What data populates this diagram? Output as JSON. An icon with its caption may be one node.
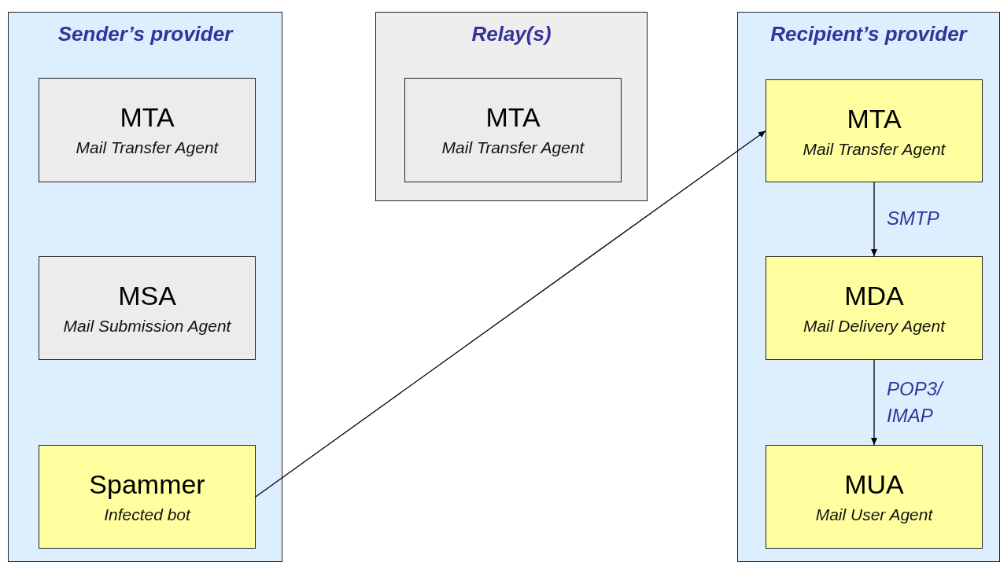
{
  "diagram": {
    "nodes": [
      {
        "text": [
          "Sender’s provider"
        ]
      },
      {
        "text": [
          "MTA",
          "Mail Transfer Agent"
        ],
        "in": 0
      },
      {
        "text": [
          "MSA",
          "Mail Submission Agent"
        ],
        "in": 0
      },
      {
        "text": [
          "Spammer",
          "Infected bot"
        ],
        "in": 0
      },
      {
        "text": [
          "Relay(s)"
        ]
      },
      {
        "text": [
          "MTA",
          "Mail Transfer Agent"
        ],
        "in": 4
      },
      {
        "text": [
          "Recipient’s provider"
        ]
      },
      {
        "text": [
          "MTA",
          "Mail Transfer Agent"
        ],
        "in": 6
      },
      {
        "text": [
          "MDA",
          "Mail Delivery Agent"
        ],
        "in": 6
      },
      {
        "text": [
          "MUA",
          "Mail User Agent"
        ],
        "in": 6
      }
    ],
    "edges": [
      {
        "from": 3,
        "to": 7,
        "arrow": "to"
      },
      {
        "from": 7,
        "to": 8,
        "arrow": "to",
        "label": "SMTP"
      },
      {
        "from": 8,
        "to": 9,
        "arrow": "to",
        "label": "POP3/ IMAP"
      }
    ]
  }
}
